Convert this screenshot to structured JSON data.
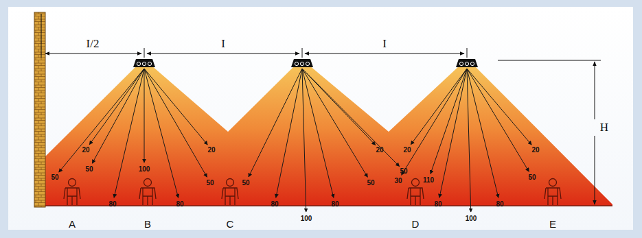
{
  "diagram": {
    "labels": [
      "I/2",
      "I",
      "I",
      "H",
      "20",
      "50",
      "50",
      "100",
      "80",
      "80",
      "50",
      "20",
      "50",
      "80",
      "100",
      "80",
      "50",
      "20",
      "20",
      "50",
      "30",
      "110",
      "80",
      "100",
      "80",
      "50",
      "20",
      "A",
      "B",
      "C",
      "D",
      "E"
    ]
  }
}
